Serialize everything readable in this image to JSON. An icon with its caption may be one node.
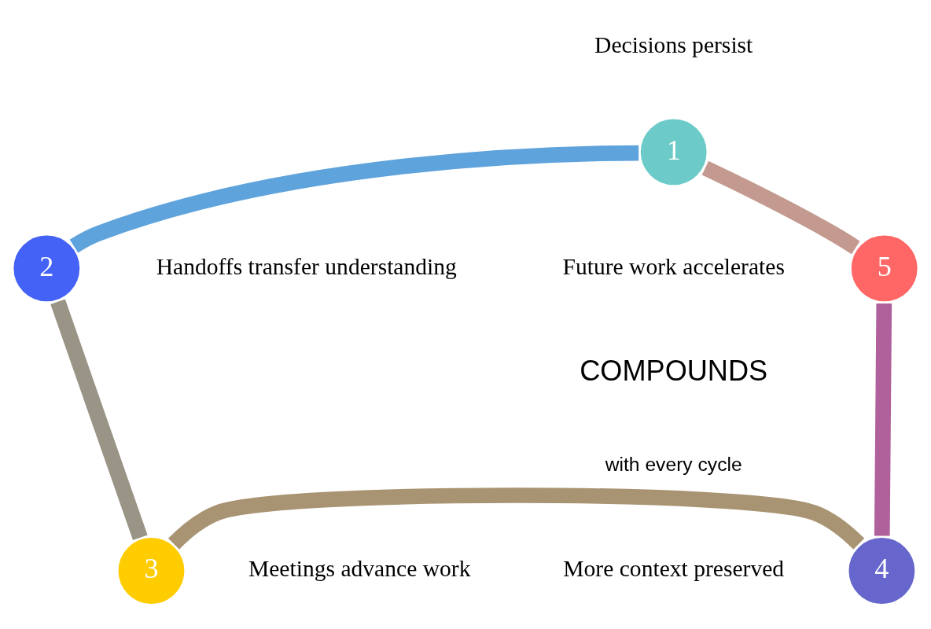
{
  "diagram": {
    "nodes": [
      {
        "text": [
          "1"
        ],
        "beside": [
          "Decisions persist"
        ]
      },
      {
        "text": [
          "2"
        ],
        "beside": [
          "Handoffs transfer understanding"
        ]
      },
      {
        "text": [
          "3"
        ],
        "beside": [
          "Meetings advance work"
        ]
      },
      {
        "text": [
          "4"
        ],
        "beside": [
          "More context preserved"
        ]
      },
      {
        "text": [
          "5"
        ],
        "beside": [
          "Future work accelerates"
        ]
      }
    ],
    "edges": [
      {
        "from": 0,
        "to": 1,
        "arrow": "none",
        "color": "#5fa3dc"
      },
      {
        "from": 1,
        "to": 2,
        "arrow": "none",
        "color": "#9a9486"
      },
      {
        "from": 2,
        "to": 3,
        "arrow": "none",
        "color": "#a89472"
      },
      {
        "from": 3,
        "to": 4,
        "arrow": "none",
        "color": "#b0609a"
      },
      {
        "from": 4,
        "to": 0,
        "arrow": "none",
        "color": "#c49a90"
      }
    ],
    "labels": [
      "COMPOUNDS",
      "with every cycle"
    ]
  }
}
